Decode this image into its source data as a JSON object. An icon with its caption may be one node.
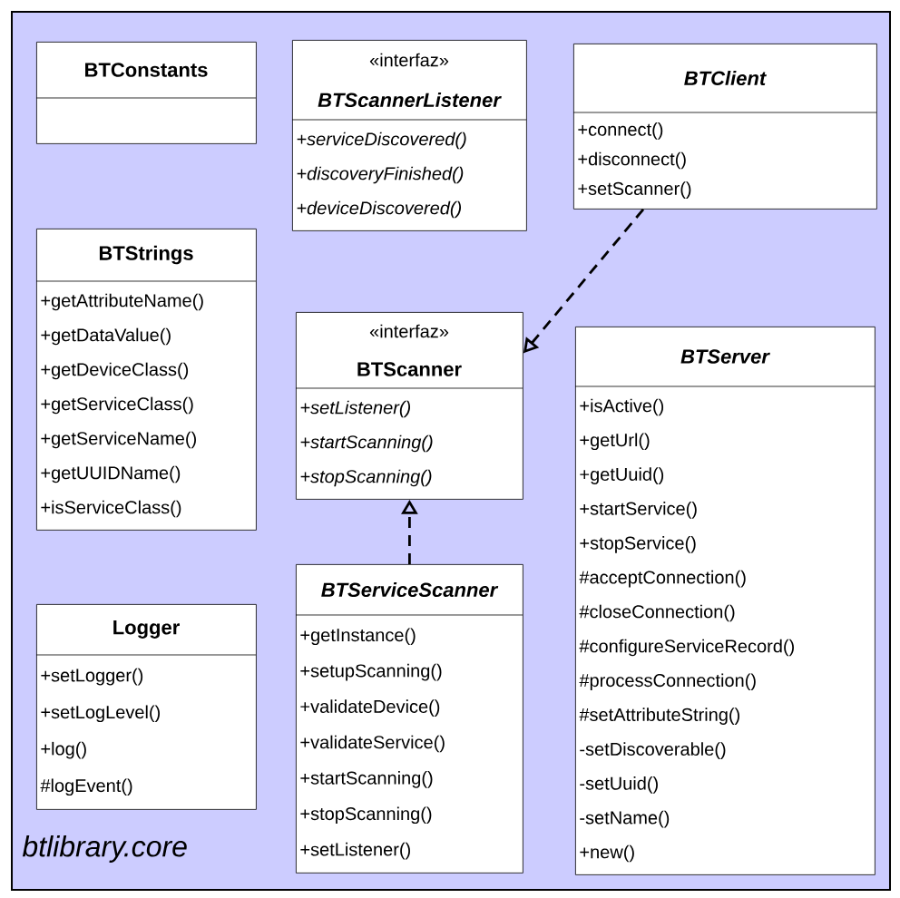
{
  "diagram": {
    "nodes": [
      {
        "text": [
          "btlibrary.core"
        ]
      },
      {
        "text": [
          "BTConstants"
        ],
        "in": 0
      },
      {
        "text": [
          "«interfaz»",
          "BTScannerListener",
          "+serviceDiscovered()",
          "+discoveryFinished()",
          "+deviceDiscovered()"
        ],
        "in": 0
      },
      {
        "text": [
          "BTClient",
          "+connect()",
          "+disconnect()",
          "+setScanner()"
        ],
        "in": 0
      },
      {
        "text": [
          "BTStrings",
          "+getAttributeName()",
          "+getDataValue()",
          "+getDeviceClass()",
          "+getServiceClass()",
          "+getServiceName()",
          "+getUUIDName()",
          "+isServiceClass()"
        ],
        "in": 0
      },
      {
        "text": [
          "«interfaz»",
          "BTScanner",
          "+setListener()",
          "+startScanning()",
          "+stopScanning()"
        ],
        "in": 0
      },
      {
        "text": [
          "BTServer",
          "+isActive()",
          "+getUrl()",
          "+getUuid()",
          "+startService()",
          "+stopService()",
          "#acceptConnection()",
          "#closeConnection()",
          "#configureServiceRecord()",
          "#processConnection()",
          "#setAttributeString()",
          "-setDiscoverable()",
          "-setUuid()",
          "-setName()",
          "+new()"
        ],
        "in": 0
      },
      {
        "text": [
          "BTServiceScanner",
          "+getInstance()",
          "+setupScanning()",
          "+validateDevice()",
          "+validateService()",
          "+startScanning()",
          "+stopScanning()",
          "+setListener()"
        ],
        "in": 0
      },
      {
        "text": [
          "Logger",
          "+setLogger()",
          "+setLogLevel()",
          "+log()",
          "#logEvent()"
        ],
        "in": 0
      }
    ],
    "edges": [
      {
        "from": 3,
        "to": 5,
        "arrow": "to",
        "style": "dashed"
      },
      {
        "from": 7,
        "to": 5,
        "arrow": "to",
        "style": "dashed"
      }
    ]
  }
}
